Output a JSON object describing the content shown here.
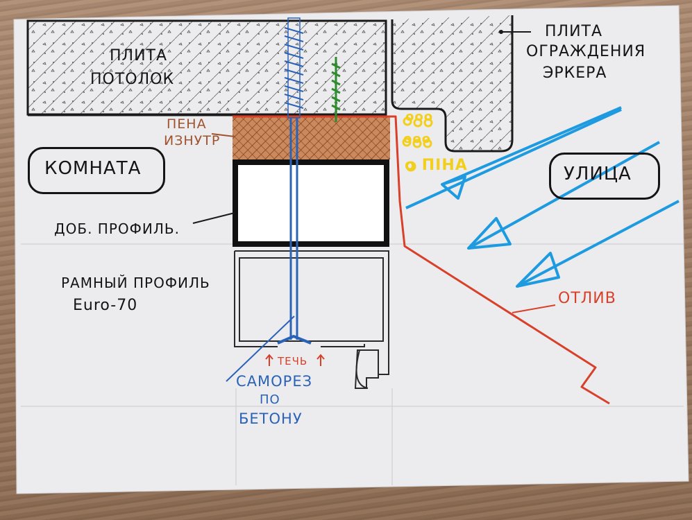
{
  "labels": {
    "slab_ceiling_1": "ПЛИТА",
    "slab_ceiling_2": "ПОТОЛОК",
    "slab_bay_1": "ПЛИТА",
    "slab_bay_2": "ОГРАЖДЕНИЯ",
    "slab_bay_3": "ЭРКЕРА",
    "foam_1": "ПЕНА",
    "foam_2": "ИЗНУТР",
    "foam_out_1": "ооо",
    "foam_out_2": "ооо",
    "foam_out_3": "о ПІНА",
    "room": "КОМНАТА",
    "street": "УЛИЦА",
    "extra_profile": "ДОБ. ПРОФИЛЬ.",
    "frame_profile_1": "РАМНЫЙ ПРОФИЛЬ",
    "frame_profile_2": "Euro-70",
    "drip": "ОТЛИВ",
    "leak": "ТЕЧЬ",
    "screw_1": "САМОРЕЗ",
    "screw_2": "ПО",
    "screw_3": "БЕТОНУ"
  },
  "colors": {
    "ink": "#141414",
    "red": "#d8402a",
    "blue": "#1e9be0",
    "screw_blue": "#2a62b8",
    "foam": "#a0522d",
    "yellow": "#f2cf1d",
    "green": "#2e8b2e"
  }
}
